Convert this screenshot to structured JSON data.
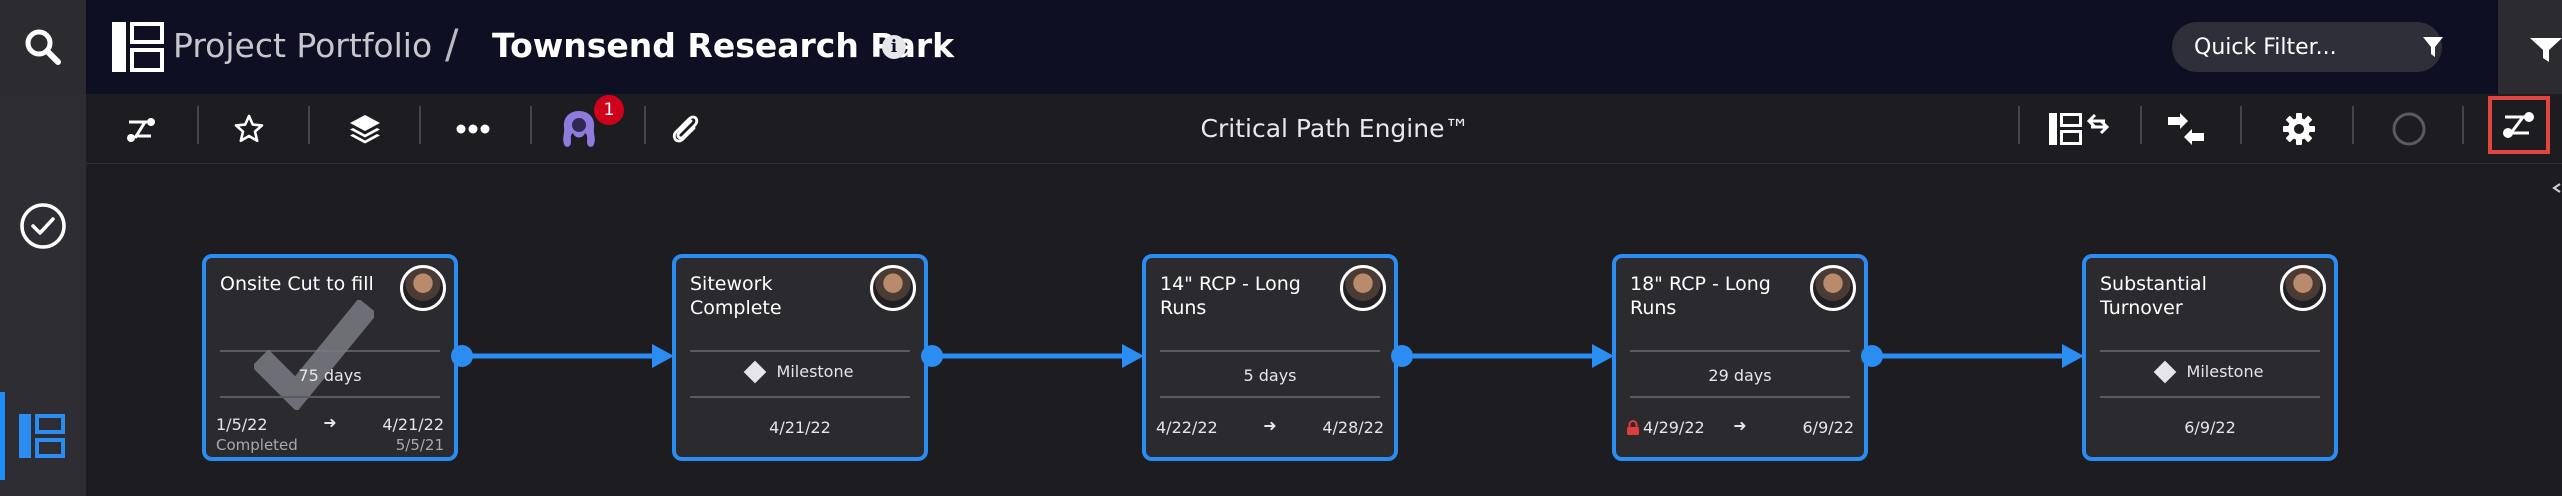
{
  "header": {
    "portfolio_label": "Project Portfolio",
    "separator": "/",
    "project_name": "Townsend Research Park",
    "quick_filter_placeholder": "Quick Filter..."
  },
  "toolbar": {
    "title": "Critical Path Engine™",
    "notification_count": "1"
  },
  "colors": {
    "accent": "#2b8cf2",
    "header_bg": "#0f0f24",
    "canvas_bg": "#1c1c21",
    "card_bg": "#2a2a2f",
    "highlight": "#e0463d",
    "badge": "#d0021b"
  },
  "icons": {
    "left_toolbar": [
      "critical-path-icon",
      "star-icon",
      "layers-icon",
      "more-icon",
      "team-avatar-icon",
      "paperclip-icon"
    ],
    "right_toolbar": [
      "collapse-panel-icon",
      "compress-icon",
      "gear-icon",
      "circle-icon",
      "critical-path-toggle-icon"
    ]
  },
  "tasks": [
    {
      "name": "Onsite Cut to fill",
      "duration": "75 days",
      "start": "1/5/22",
      "arrow": "➜",
      "end": "4/21/22",
      "status": "Completed",
      "actual_end": "5/5/21"
    },
    {
      "name": "Sitework Complete",
      "milestone": "Milestone",
      "date": "4/21/22"
    },
    {
      "name": "14\" RCP - Long Runs",
      "duration": "5 days",
      "start": "4/22/22",
      "arrow": "➜",
      "end": "4/28/22"
    },
    {
      "name": "18\" RCP - Long Runs",
      "duration": "29 days",
      "start": "4/29/22",
      "arrow": "➜",
      "end": "6/9/22"
    },
    {
      "name": "Substantial Turnover",
      "milestone": "Milestone",
      "date": "6/9/22"
    }
  ]
}
